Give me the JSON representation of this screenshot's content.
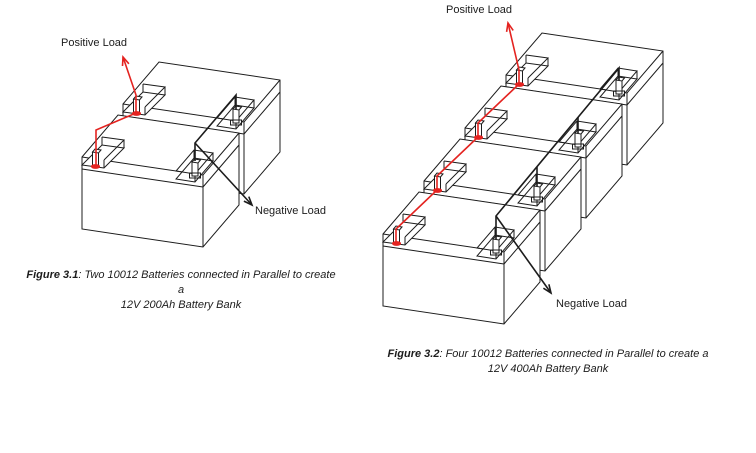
{
  "colors": {
    "wire_positive": "#e42320",
    "wire_negative": "#1c1c1c",
    "outline": "#1c1c1c",
    "background": "#ffffff"
  },
  "figures": [
    {
      "id": "3.1",
      "battery_count": 2,
      "positive_label": "Positive Load",
      "negative_label": "Negative Load",
      "caption_bold": "Figure 3.1",
      "caption_rest": ": Two 10012 Batteries connected in Parallel to create a",
      "caption_line2": "12V 200Ah Battery Bank"
    },
    {
      "id": "3.2",
      "battery_count": 4,
      "positive_label": "Positive Load",
      "negative_label": "Negative Load",
      "caption_bold": "Figure 3.2",
      "caption_rest": ": Four 10012 Batteries connected in Parallel to create a",
      "caption_line2": "12V 400Ah Battery Bank"
    }
  ]
}
